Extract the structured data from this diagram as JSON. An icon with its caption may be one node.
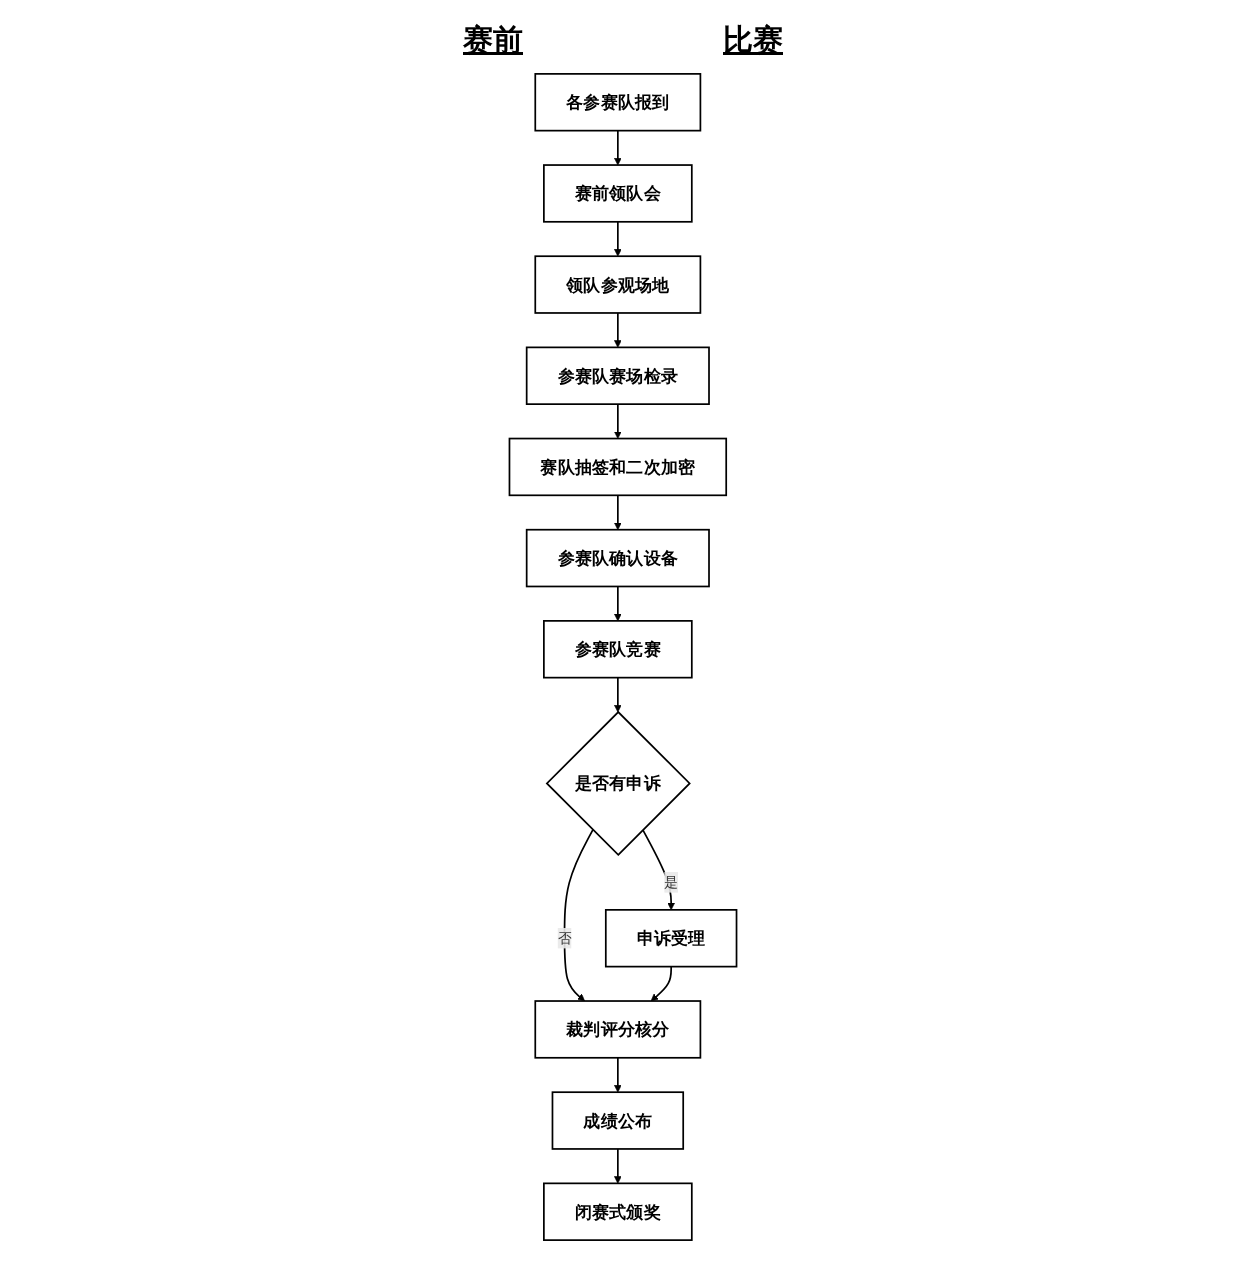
{
  "diagram": {
    "nodes": [
      {
        "text": [
          "各参赛队报到"
        ]
      },
      {
        "text": [
          "赛前领队会"
        ]
      },
      {
        "text": [
          "领队参观场地"
        ]
      },
      {
        "text": [
          "参赛队赛场检录"
        ]
      },
      {
        "text": [
          "赛队抽签和二次加密"
        ]
      },
      {
        "text": [
          "参赛队确认设备"
        ]
      },
      {
        "text": [
          "参赛队竞赛"
        ]
      },
      {
        "text": [
          "是否有申诉"
        ]
      },
      {
        "text": [
          "申诉受理"
        ]
      },
      {
        "text": [
          "裁判评分核分"
        ]
      },
      {
        "text": [
          "成绩公布"
        ]
      },
      {
        "text": [
          "闭赛式颁奖"
        ]
      }
    ],
    "edges": [
      {
        "from": 0,
        "to": 1,
        "arrow": "to"
      },
      {
        "from": 1,
        "to": 2,
        "arrow": "to"
      },
      {
        "from": 2,
        "to": 3,
        "arrow": "to"
      },
      {
        "from": 3,
        "to": 4,
        "arrow": "to"
      },
      {
        "from": 4,
        "to": 5,
        "arrow": "to"
      },
      {
        "from": 5,
        "to": 6,
        "arrow": "to"
      },
      {
        "from": 6,
        "to": 7,
        "arrow": "to"
      },
      {
        "from": 7,
        "to": 8,
        "label": "是",
        "arrow": "to"
      },
      {
        "from": 7,
        "to": 9,
        "label": "否",
        "arrow": "to"
      },
      {
        "from": 8,
        "to": 9,
        "arrow": "to"
      },
      {
        "from": 9,
        "to": 10,
        "arrow": "to"
      },
      {
        "from": 10,
        "to": 11,
        "arrow": "to"
      }
    ],
    "labels": [
      "赛前",
      "比赛"
    ]
  }
}
